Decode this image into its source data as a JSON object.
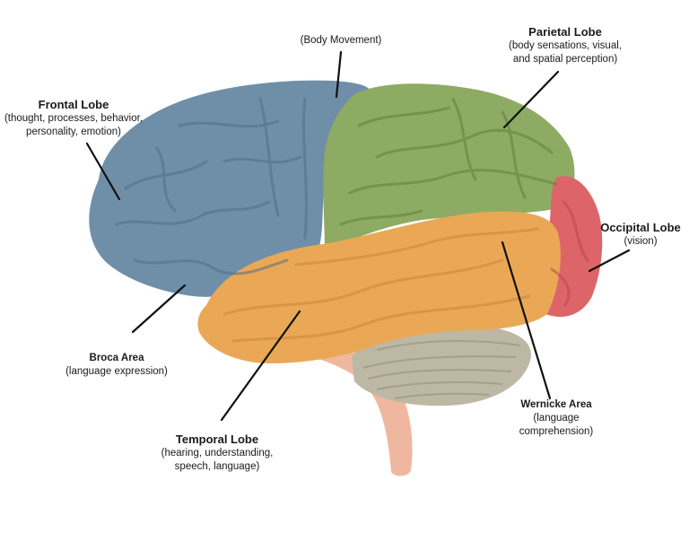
{
  "colors": {
    "frontal": "#6f8fa8",
    "parietal": "#8eab63",
    "temporal": "#eaa856",
    "occipital": "#dd6468",
    "cerebellum": "#bdb8a4",
    "brainstem": "#f0b7a0",
    "leader_line": "#111111"
  },
  "labels": {
    "motor": {
      "desc": "(Body Movement)"
    },
    "parietal": {
      "title": "Parietal Lobe",
      "desc_1": "(body sensations, visual,",
      "desc_2": "and spatial perception)"
    },
    "frontal": {
      "title": "Frontal Lobe",
      "desc_1": "(thought, processes, behavior,",
      "desc_2": "personality, emotion)"
    },
    "occipital": {
      "title": "Occipital Lobe",
      "desc": "(vision)"
    },
    "broca": {
      "title": "Broca Area",
      "desc": "(language expression)"
    },
    "wernicke": {
      "title": "Wernicke Area",
      "desc_1": "(language",
      "desc_2": "comprehension)"
    },
    "temporal": {
      "title": "Temporal Lobe",
      "desc_1": "(hearing, understanding,",
      "desc_2": "speech, language)"
    }
  }
}
